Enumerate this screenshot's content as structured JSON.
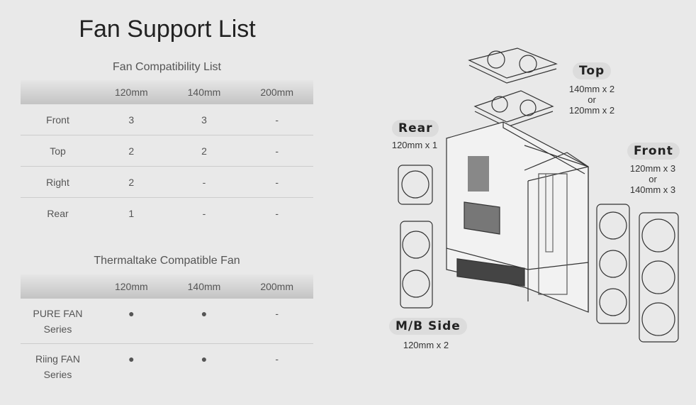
{
  "title": "Fan Support List",
  "compat": {
    "title": "Fan Compatibility List",
    "headers": [
      "",
      "120mm",
      "140mm",
      "200mm"
    ],
    "rows": [
      [
        "Front",
        "3",
        "3",
        "-"
      ],
      [
        "Top",
        "2",
        "2",
        "-"
      ],
      [
        "Right",
        "2",
        "-",
        "-"
      ],
      [
        "Rear",
        "1",
        "-",
        "-"
      ]
    ]
  },
  "tt": {
    "title": "Thermaltake Compatible Fan",
    "headers": [
      "",
      "120mm",
      "140mm",
      "200mm"
    ],
    "rows": [
      [
        "PURE FAN",
        "Series",
        "●",
        "●",
        "-"
      ],
      [
        "Riing FAN",
        "Series",
        "●",
        "●",
        "-"
      ]
    ]
  },
  "diagram": {
    "top": {
      "label": "Top",
      "l1": "140mm x 2",
      "l2": "or",
      "l3": "120mm x 2"
    },
    "rear": {
      "label": "Rear",
      "l1": "120mm x 1"
    },
    "front": {
      "label": "Front",
      "l1": "120mm x 3",
      "l2": "or",
      "l3": "140mm x 3"
    },
    "mb": {
      "label": "M/B Side",
      "l1": "120mm x 2"
    }
  }
}
